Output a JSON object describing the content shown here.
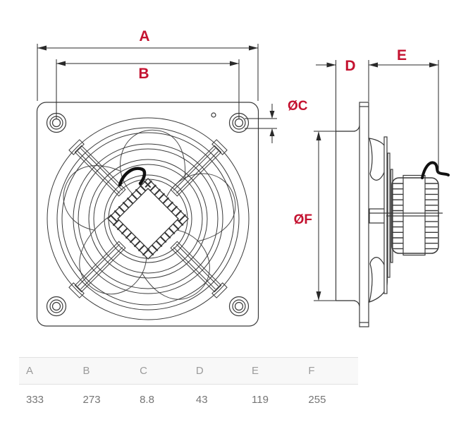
{
  "drawing": {
    "accent_color": "#c41230",
    "line_color": "#3a3a3a",
    "labels": {
      "a": "A",
      "b": "B",
      "c": "ØC",
      "d": "D",
      "e": "E",
      "f": "ØF"
    }
  },
  "table": {
    "headers": [
      "A",
      "B",
      "C",
      "D",
      "E",
      "F"
    ],
    "values": [
      "333",
      "273",
      "8.8",
      "43",
      "119",
      "255"
    ]
  }
}
